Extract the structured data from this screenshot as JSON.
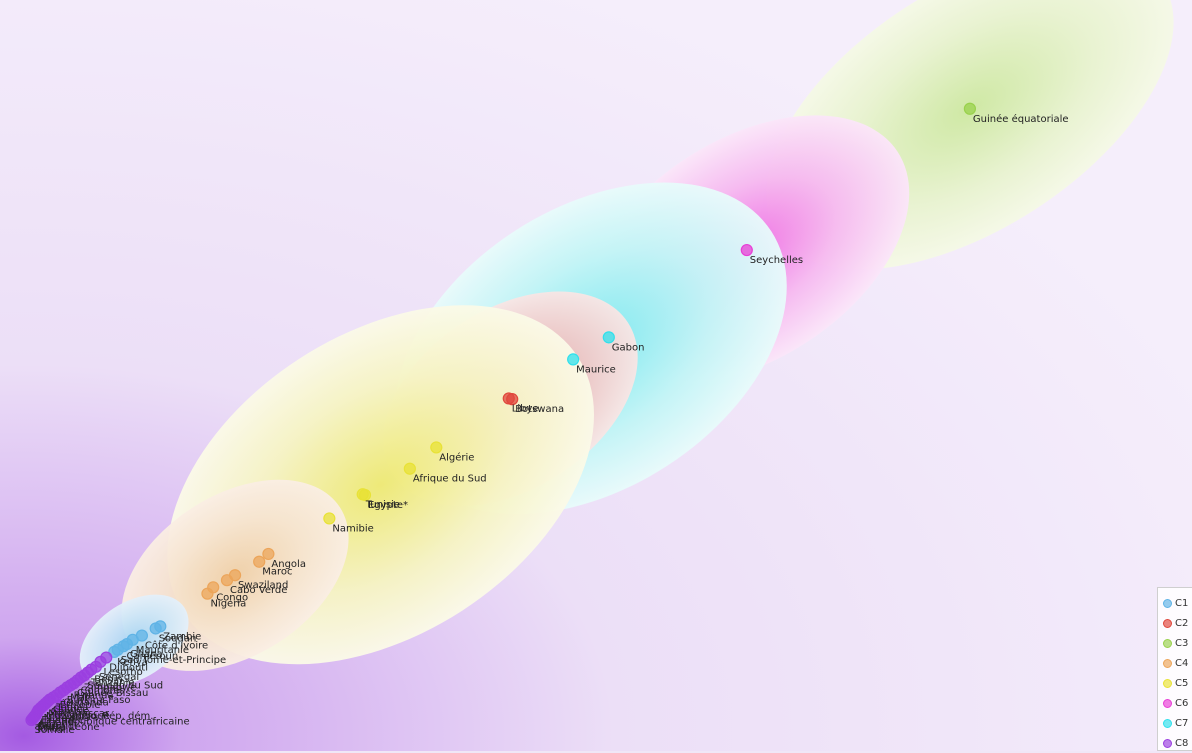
{
  "chart_data": {
    "type": "scatter",
    "title": "",
    "xlabel": "",
    "ylabel": "",
    "grid": false,
    "legend_position": "bottom-right",
    "xlim": [
      0,
      100
    ],
    "ylim": [
      0,
      100
    ],
    "clusters": [
      {
        "name": "C1",
        "color": "#5fb3e6"
      },
      {
        "name": "C2",
        "color": "#e0473c"
      },
      {
        "name": "C3",
        "color": "#99d14c"
      },
      {
        "name": "C4",
        "color": "#eca55a"
      },
      {
        "name": "C5",
        "color": "#e8e236"
      },
      {
        "name": "C6",
        "color": "#e83ed6"
      },
      {
        "name": "C7",
        "color": "#2fe0ec"
      },
      {
        "name": "C8",
        "color": "#9b3fe0"
      }
    ],
    "points": [
      {
        "label": "Guinée équatoriale",
        "cluster": "C3",
        "x": 82.6,
        "y": 87.5
      },
      {
        "label": "Seychelles",
        "cluster": "C6",
        "x": 63.2,
        "y": 67.6
      },
      {
        "label": "Gabon",
        "cluster": "C7",
        "x": 51.2,
        "y": 55.3
      },
      {
        "label": "Maurice",
        "cluster": "C7",
        "x": 48.1,
        "y": 52.2
      },
      {
        "label": "Libye",
        "cluster": "C2",
        "x": 42.5,
        "y": 46.7
      },
      {
        "label": "Botswana",
        "cluster": "C2",
        "x": 42.8,
        "y": 46.6
      },
      {
        "label": "Algérie",
        "cluster": "C5",
        "x": 36.2,
        "y": 39.8
      },
      {
        "label": "Afrique du Sud",
        "cluster": "C5",
        "x": 33.9,
        "y": 36.8
      },
      {
        "label": "Tunisie",
        "cluster": "C5",
        "x": 29.8,
        "y": 33.2
      },
      {
        "label": "Egypte*",
        "cluster": "C5",
        "x": 30.0,
        "y": 33.1
      },
      {
        "label": "Namibie",
        "cluster": "C5",
        "x": 26.9,
        "y": 29.8
      },
      {
        "label": "Angola",
        "cluster": "C4",
        "x": 21.6,
        "y": 24.8
      },
      {
        "label": "Maroc",
        "cluster": "C4",
        "x": 20.8,
        "y": 23.7
      },
      {
        "label": "Swaziland",
        "cluster": "C4",
        "x": 18.7,
        "y": 21.8
      },
      {
        "label": "Cabo Verde",
        "cluster": "C4",
        "x": 18.0,
        "y": 21.1
      },
      {
        "label": "Congo",
        "cluster": "C4",
        "x": 16.8,
        "y": 20.1
      },
      {
        "label": "Nigeria",
        "cluster": "C4",
        "x": 16.3,
        "y": 19.2
      },
      {
        "label": "Zambie",
        "cluster": "C1",
        "x": 12.2,
        "y": 14.6
      },
      {
        "label": "Soudan",
        "cluster": "C1",
        "x": 11.8,
        "y": 14.3
      },
      {
        "label": "Côte d'Ivoire",
        "cluster": "C1",
        "x": 10.6,
        "y": 13.3
      },
      {
        "label": "Mauritanie",
        "cluster": "C1",
        "x": 9.8,
        "y": 12.7
      },
      {
        "label": "Ghana",
        "cluster": "C1",
        "x": 9.3,
        "y": 12.1
      },
      {
        "label": "Cameroun",
        "cluster": "C1",
        "x": 9.0,
        "y": 11.8
      },
      {
        "label": "Sao Tomé-et-Principe",
        "cluster": "C1",
        "x": 8.5,
        "y": 11.3
      },
      {
        "label": "Kenya",
        "cluster": "C1",
        "x": 8.2,
        "y": 11.0
      },
      {
        "label": "Djibouti",
        "cluster": "C8",
        "x": 7.5,
        "y": 10.2
      },
      {
        "label": "Lesotho",
        "cluster": "C8",
        "x": 7.0,
        "y": 9.6
      },
      {
        "label": "Sénégal",
        "cluster": "C8",
        "x": 6.6,
        "y": 8.9
      },
      {
        "label": "Bénin",
        "cluster": "C8",
        "x": 6.2,
        "y": 8.5
      },
      {
        "label": "Tanzanie",
        "cluster": "C8",
        "x": 5.9,
        "y": 8.1
      },
      {
        "label": "Soudan du Sud",
        "cluster": "C8",
        "x": 5.6,
        "y": 7.7
      },
      {
        "label": "Zimbabwe",
        "cluster": "C8",
        "x": 5.3,
        "y": 7.4
      },
      {
        "label": "Comores",
        "cluster": "C8",
        "x": 5.0,
        "y": 7.0
      },
      {
        "label": "Guinée-Bissau",
        "cluster": "C8",
        "x": 4.7,
        "y": 6.6
      },
      {
        "label": "Rwanda",
        "cluster": "C8",
        "x": 4.4,
        "y": 6.3
      },
      {
        "label": "Mali",
        "cluster": "C8",
        "x": 4.1,
        "y": 6.0
      },
      {
        "label": "Burkina Faso",
        "cluster": "C8",
        "x": 3.8,
        "y": 5.6
      },
      {
        "label": "Ouganda",
        "cluster": "C8",
        "x": 3.5,
        "y": 5.3
      },
      {
        "label": "Éthiopie",
        "cluster": "C8",
        "x": 3.2,
        "y": 4.9
      },
      {
        "label": "Togo",
        "cluster": "C8",
        "x": 2.9,
        "y": 4.6
      },
      {
        "label": "Guinée",
        "cluster": "C8",
        "x": 2.6,
        "y": 4.3
      },
      {
        "label": "Gambie",
        "cluster": "C8",
        "x": 2.4,
        "y": 4.0
      },
      {
        "label": "Madagascar",
        "cluster": "C8",
        "x": 2.2,
        "y": 3.7
      },
      {
        "label": "Mozambique",
        "cluster": "C8",
        "x": 2.0,
        "y": 3.4
      },
      {
        "label": "Malawi",
        "cluster": "C8",
        "x": 1.8,
        "y": 3.1
      },
      {
        "label": "Érythrée",
        "cluster": "C8",
        "x": 1.6,
        "y": 2.8
      },
      {
        "label": "Libéria",
        "cluster": "C8",
        "x": 1.5,
        "y": 2.5
      },
      {
        "label": "Niger",
        "cluster": "C8",
        "x": 1.4,
        "y": 2.2
      },
      {
        "label": "Burundi",
        "cluster": "C8",
        "x": 1.3,
        "y": 2.0
      },
      {
        "label": "Sierra Leone",
        "cluster": "C8",
        "x": 1.2,
        "y": 1.8
      },
      {
        "label": "Tchad",
        "cluster": "C8",
        "x": 1.1,
        "y": 1.6
      },
      {
        "label": "Somalie",
        "cluster": "C8",
        "x": 1.0,
        "y": 1.4
      },
      {
        "label": "Congo, Rép. dém.",
        "cluster": "C8",
        "x": 3.6,
        "y": 3.4
      },
      {
        "label": "République centrafricaine",
        "cluster": "C8",
        "x": 3.3,
        "y": 2.6
      }
    ]
  }
}
